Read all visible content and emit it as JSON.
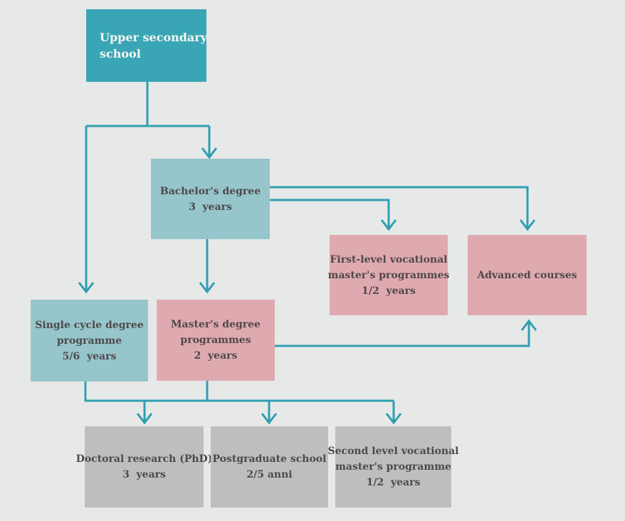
{
  "colors": {
    "bg": "#e7e9e9",
    "teal": "#3aa6b5",
    "blue": "#96c5cc",
    "pink": "#dfa9b0",
    "gray": "#bebebe",
    "line": "#2f9fb1",
    "text-dark": "#4d494a",
    "text-light": "#f6f5f4"
  },
  "diagram": {
    "nodes": {
      "upper_secondary": {
        "lines": [
          "Upper secondary",
          "school"
        ]
      },
      "bachelors": {
        "lines": [
          "Bachelor's degree",
          "3  years"
        ]
      },
      "first_level": {
        "lines": [
          "First-level vocational",
          "master's programmes",
          "1/2  years"
        ]
      },
      "advanced": {
        "lines": [
          "Advanced courses"
        ]
      },
      "single_cycle": {
        "lines": [
          "Single cycle degree",
          "programme",
          "5/6  years"
        ]
      },
      "masters": {
        "lines": [
          "Master's degree",
          "programmes",
          "2  years"
        ]
      },
      "doctoral": {
        "lines": [
          "Doctoral research (PhD)",
          "3  years"
        ]
      },
      "postgraduate": {
        "lines": [
          "Postgraduate school",
          "2/5 anni"
        ]
      },
      "second_level": {
        "lines": [
          "Second level vocational",
          "master's programme",
          "1/2  years"
        ]
      }
    },
    "edges": [
      {
        "from": "upper_secondary",
        "to": "bachelors"
      },
      {
        "from": "upper_secondary",
        "to": "single_cycle"
      },
      {
        "from": "bachelors",
        "to": "masters"
      },
      {
        "from": "bachelors",
        "to": "first_level"
      },
      {
        "from": "bachelors",
        "to": "advanced"
      },
      {
        "from": "masters",
        "to": "advanced"
      },
      {
        "from": "single_cycle",
        "to": "doctoral"
      },
      {
        "from": "single_cycle",
        "to": "postgraduate"
      },
      {
        "from": "single_cycle",
        "to": "second_level"
      },
      {
        "from": "masters",
        "to": "doctoral"
      },
      {
        "from": "masters",
        "to": "postgraduate"
      },
      {
        "from": "masters",
        "to": "second_level"
      }
    ]
  }
}
